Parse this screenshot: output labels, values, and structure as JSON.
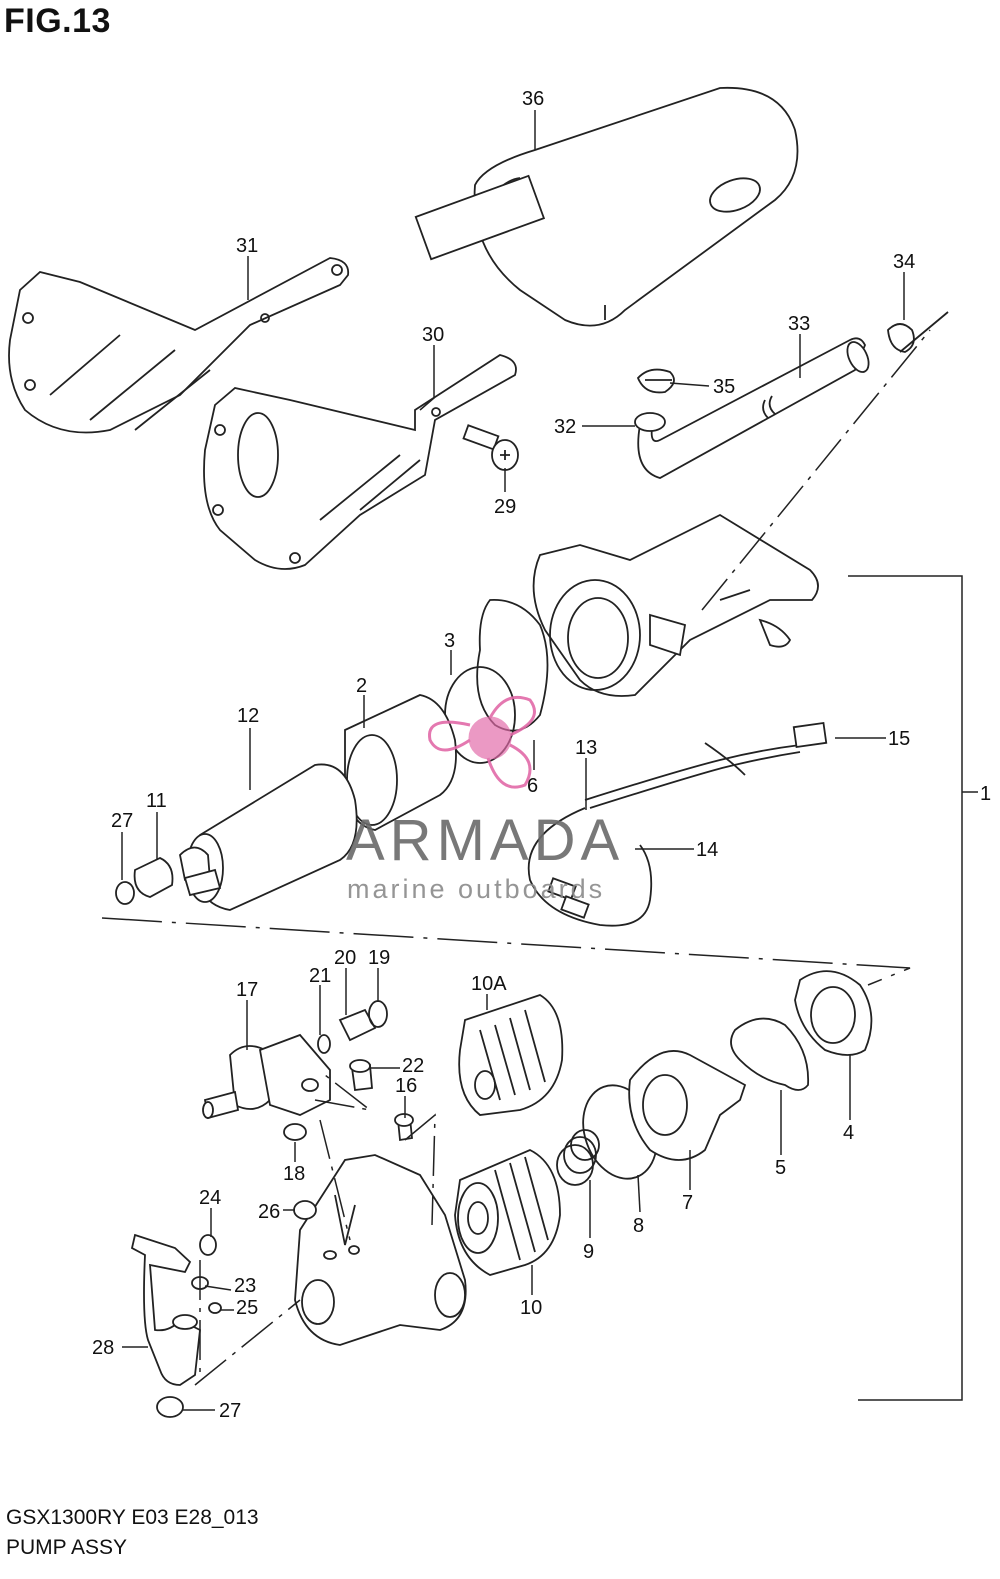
{
  "figure_title": "FIG.13",
  "model_code": "GSX1300RY E03 E28_013",
  "assembly_name": "PUMP ASSY",
  "watermark": {
    "brand": "ARMADA",
    "tagline": "marine outboards",
    "accent_color": "#e26aa8",
    "text_color": "#6a6a6a"
  },
  "callouts": [
    "36",
    "31",
    "30",
    "34",
    "33",
    "35",
    "32",
    "29",
    "3",
    "2",
    "12",
    "13",
    "15",
    "1",
    "6",
    "11",
    "27",
    "14",
    "20",
    "19",
    "21",
    "17",
    "10A",
    "22",
    "16",
    "18",
    "26",
    "24",
    "23",
    "25",
    "28",
    "27",
    "10",
    "9",
    "8",
    "7",
    "5",
    "4"
  ]
}
